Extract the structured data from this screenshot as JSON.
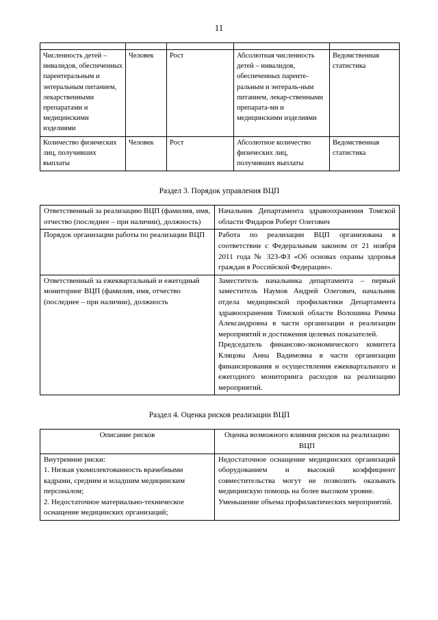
{
  "page": {
    "number": "11"
  },
  "table1": {
    "spacer_row": [
      "",
      "",
      "",
      "",
      ""
    ],
    "rows": [
      {
        "indicator": "Численность детей – инвалидов, обеспеченных парентеральным и энтеральным питанием, лекарственными препаратами и медицинскими изделиями",
        "unit": "Человек",
        "trend": "Рост",
        "method": "Абсолютная численность детей – инвалидов, обеспеченных паренте-ральным и энтераль-ным питанием, лекар-ственными препарата-ми и медицинскими изделиями",
        "source": "Ведомственная статистика"
      },
      {
        "indicator": "Количество физических лиц, получивших выплаты",
        "unit": "Человек",
        "trend": "Рост",
        "method": "Абсолютное количество физических лиц, получивших выплаты",
        "source": "Ведомственная статистика"
      }
    ]
  },
  "section3": {
    "title": "Раздел 3. Порядок управления ВЦП",
    "rows": [
      {
        "label": "Ответственный за реализацию ВЦП (фамилия, имя, отчество (последнее – при наличии), должность)",
        "value": "Начальник Департамента здравоохранения Томской области Фидаров Роберт Олегович"
      },
      {
        "label": "Порядок организации работы по реализации ВЦП",
        "value": "Работа по реализации ВЦП организована в соответствии с Федеральным законом от 21 ноября 2011 года № 323-ФЗ «Об основах охраны здоровья граждан в Российской Федерации»."
      },
      {
        "label": "Ответственный за ежеквартальный и ежегодный мониторинг ВЦП (фамилия, имя, отчество (последнее – при наличии), должность",
        "value_paragraph_1": "Заместитель начальника департамента – первый заместитель Наумов Андрей Олегович, начальник отдела медицинской профилактики Департамента здравоохранения Томской области Волошина Римма Александровна в части организации и реализации мероприятий и достижения целевых показателей.",
        "value_paragraph_2": "Председатель финансово-экономического комитета Кляцова Анна Вадимовна в части организации финансирования и осуществления ежеквартального и ежегодного мониторинга расходов на реализацию мероприятий."
      }
    ]
  },
  "section4": {
    "title": "Раздел 4. Оценка рисков реализации ВЦП",
    "headers": [
      "Описание рисков",
      "Оценка возможного влияния рисков на реализацию ВЦП"
    ],
    "rows": [
      {
        "risk": "Внутренние риски:\n1. Низкая укомплектованность врачебными кадрами, средним и младшим медицинским персоналом;\n2. Недостаточное материально-техническое оснащение медицинских организаций;",
        "impact_paragraph_1": "Недостаточное оснащение медицинских организаций оборудованием и высокий коэффициент совместительства могут не позволить оказывать медицинскую помощь на более высоком уровне.",
        "impact_paragraph_2": "Уменьшение объема профилактических мероприятий."
      }
    ]
  }
}
